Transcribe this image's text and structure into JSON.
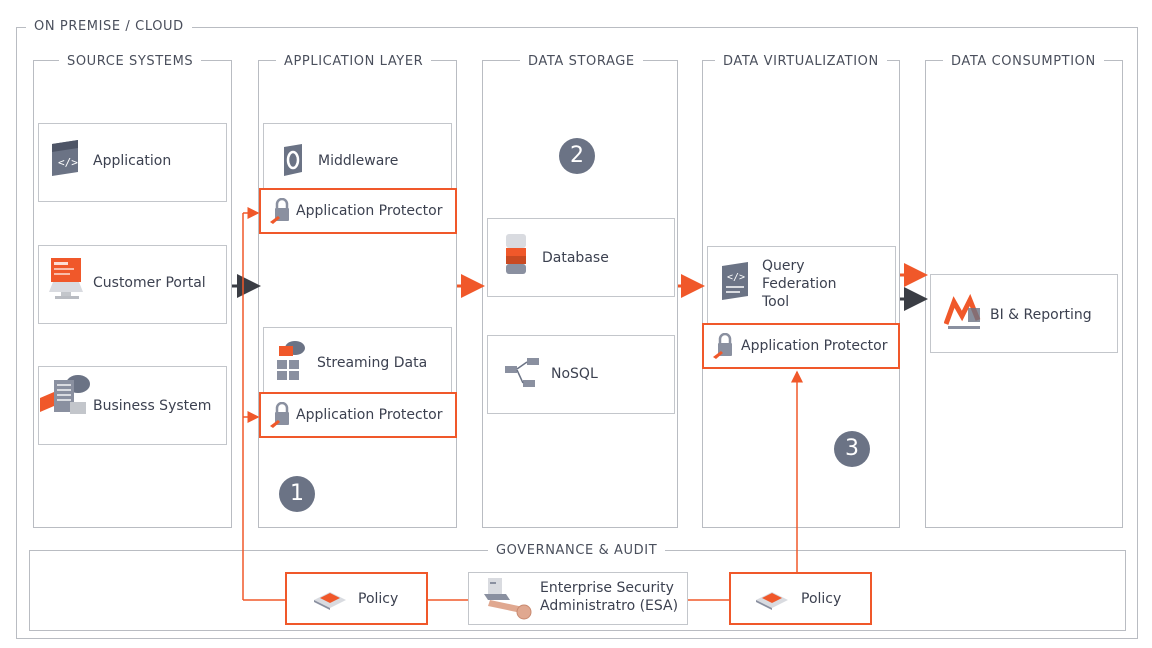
{
  "outer": {
    "title": "ON PREMISE / CLOUD"
  },
  "columns": {
    "source": "SOURCE SYSTEMS",
    "application": "APPLICATION LAYER",
    "storage": "DATA STORAGE",
    "virtualization": "DATA VIRTUALIZATION",
    "consumption": "DATA CONSUMPTION"
  },
  "source": {
    "application": "Application",
    "customer_portal": "Customer Portal",
    "business_system": "Business System"
  },
  "application_layer": {
    "middleware": "Middleware",
    "protector_top": "Application Protector",
    "streaming": "Streaming Data",
    "protector_bottom": "Application Protector",
    "step": "1"
  },
  "storage": {
    "step": "2",
    "database": "Database",
    "nosql": "NoSQL"
  },
  "virtualization": {
    "query_line1": "Query",
    "query_line2": "Federation",
    "query_line3": "Tool",
    "protector": "Application Protector",
    "step": "3"
  },
  "consumption": {
    "bi": "BI & Reporting"
  },
  "governance": {
    "title": "GOVERNANCE & AUDIT",
    "policy_left": "Policy",
    "esa_line1": "Enterprise Security",
    "esa_line2": "Administratro (ESA)",
    "policy_right": "Policy"
  },
  "colors": {
    "accent": "#f0582a",
    "dark_arrow": "#3a3d44",
    "frame": "#b9bcc2",
    "badge": "#6b7385"
  }
}
